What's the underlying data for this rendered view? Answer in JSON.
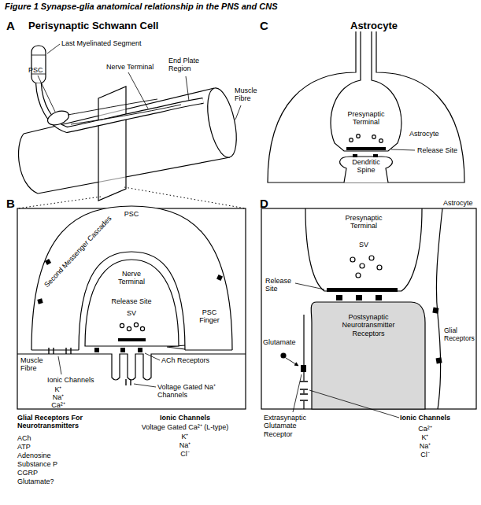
{
  "diagram": {
    "title": "Figure 1 Synapse-glia anatomical relationship in the PNS and CNS",
    "labels": [
      "A",
      "Perisynaptic Schwann Cell",
      "Last Myelinated Segment",
      "PSC",
      "Nerve Terminal",
      "End Plate Region",
      "Muscle Fibre",
      "C",
      "Astrocyte",
      "Astrocyte",
      "Presynaptic Terminal",
      "Release Site",
      "Dendritic Spine",
      "B",
      "PSC",
      "Second Messenger Cascades",
      "Nerve Terminal",
      "Release Site",
      "SV",
      "PSC Finger",
      "Muscle Fibre",
      "Ionic Channels",
      "K⁺",
      "Na⁺",
      "Ca²⁺",
      "ACh Receptors",
      "Voltage Gated Na⁺ Channels",
      "Glial Receptors For Neurotransmitters",
      "ACh",
      "ATP",
      "Adenosine",
      "Substance P",
      "CGRP",
      "Glutamate?",
      "Ionic Channels",
      "Voltage Gated Ca²⁺ (L-type)",
      "K⁺",
      "Na⁺",
      "Cl⁻",
      "D",
      "Presynaptic Terminal",
      "Astrocyte",
      "SV",
      "Release Site",
      "Postsynaptic Neurotransmitter Receptors",
      "Glutamate",
      "Glial Receptors",
      "Extrasynaptic Glutamate Receptor",
      "Ionic Channels",
      "Ca²⁺",
      "K⁺",
      "Na⁺",
      "Cl⁻"
    ]
  }
}
